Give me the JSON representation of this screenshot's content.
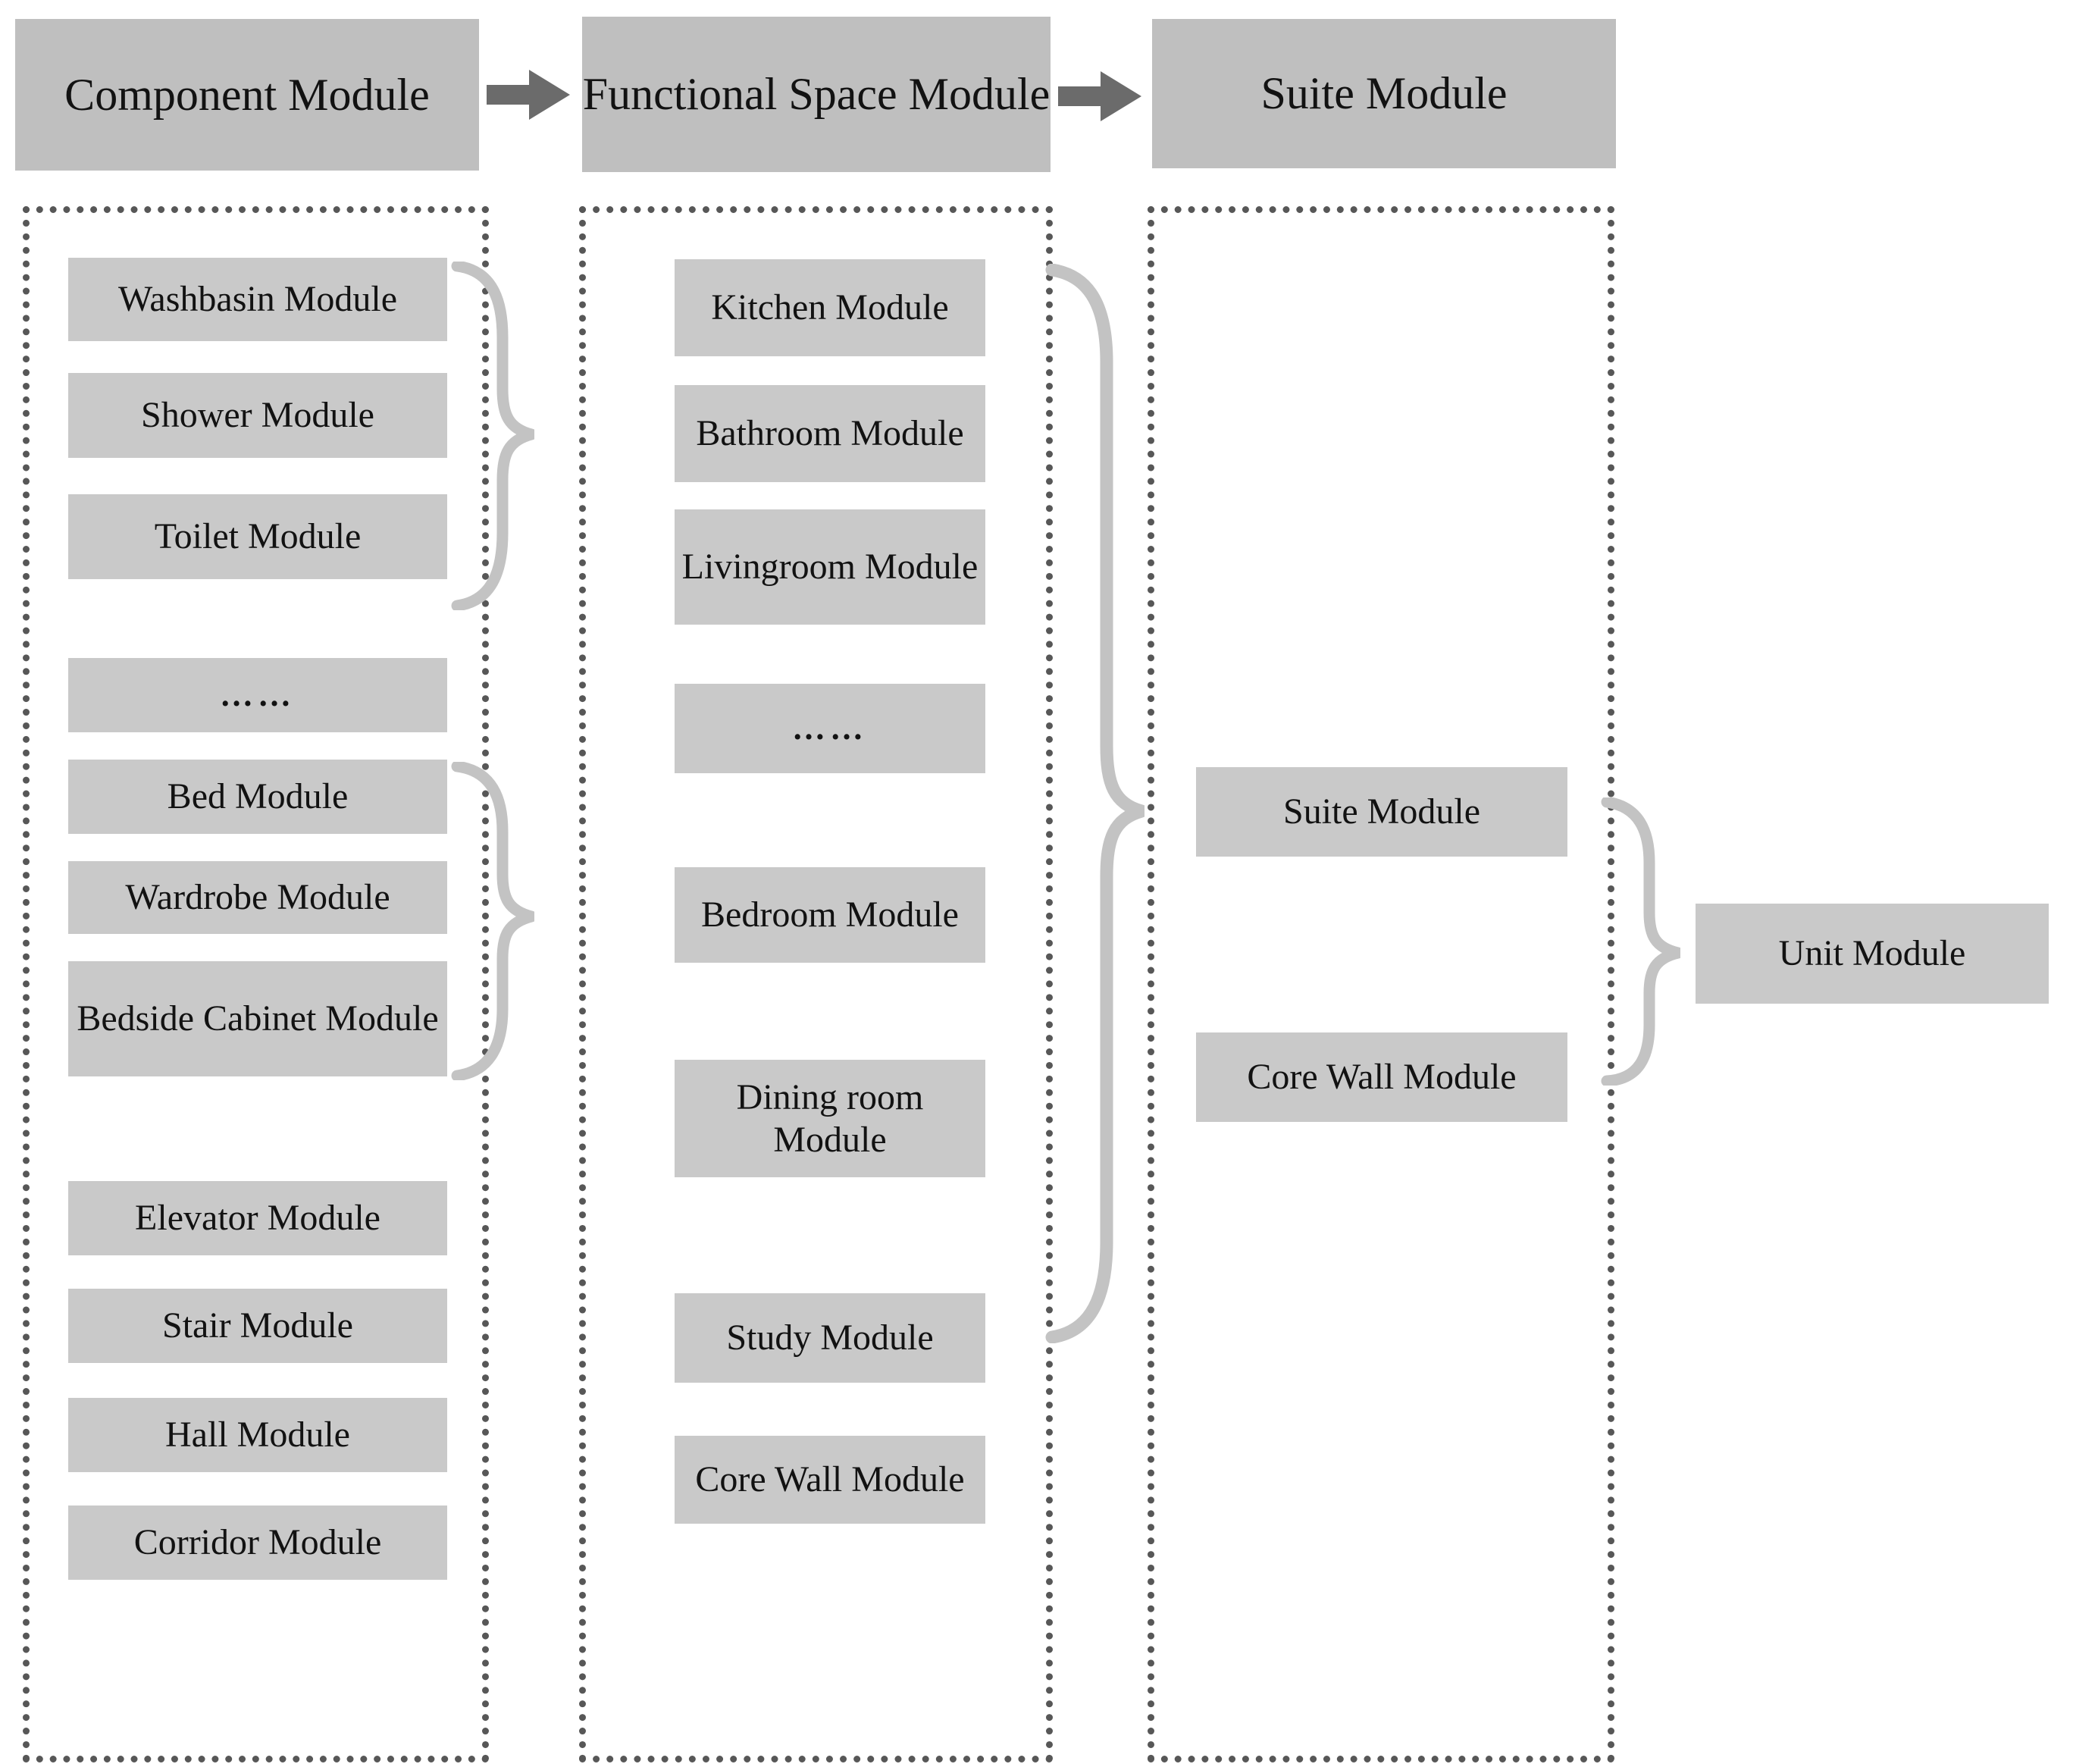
{
  "diagram": {
    "columns": [
      {
        "header": "Component Module",
        "items": [
          "Washbasin Module",
          "Shower Module",
          "Toilet Module",
          "……",
          "Bed Module",
          "Wardrobe Module",
          "Bedside Cabinet Module",
          "Elevator Module",
          "Stair Module",
          "Hall Module",
          "Corridor Module"
        ]
      },
      {
        "header": "Functional Space Module",
        "items": [
          "Kitchen Module",
          "Bathroom Module",
          "Livingroom Module",
          "……",
          "Bedroom Module",
          "Dining room Module",
          "Study Module",
          "Core Wall Module"
        ]
      },
      {
        "header": "Suite Module",
        "items": [
          "Suite Module",
          "Core Wall Module"
        ]
      }
    ],
    "output": "Unit Module",
    "colors": {
      "header_fill": "#bfbfbf",
      "item_fill": "#c9c9c9",
      "arrow": "#6b6b6b",
      "brace": "#c3c3c3",
      "dotted_border": "#575757",
      "text": "#111111",
      "background": "#ffffff"
    }
  }
}
